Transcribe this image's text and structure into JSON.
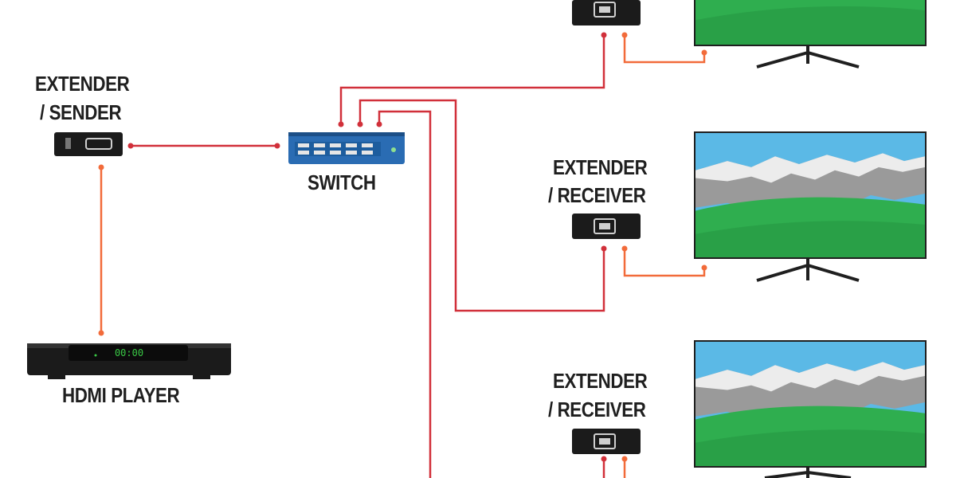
{
  "labels": {
    "sender_line1": "EXTENDER",
    "sender_line2": "/ SENDER",
    "switch": "SWITCH",
    "receiver1_line1": "EXTENDER",
    "receiver1_line2": "/ RECEIVER",
    "receiver2_line1": "EXTENDER",
    "receiver2_line2": "/ RECEIVER",
    "player": "HDMI PLAYER",
    "player_display": "00:00"
  },
  "colors": {
    "network_cable": "#d1303a",
    "hdmi_cable": "#f26b3a",
    "switch_body": "#2a6cb3",
    "device_body": "#1b1b1b",
    "sky": "#5bb9e6",
    "grass": "#2fae4f",
    "mountain": "#9a9a9a",
    "snow": "#ececec",
    "display_digits": "#39c845"
  }
}
